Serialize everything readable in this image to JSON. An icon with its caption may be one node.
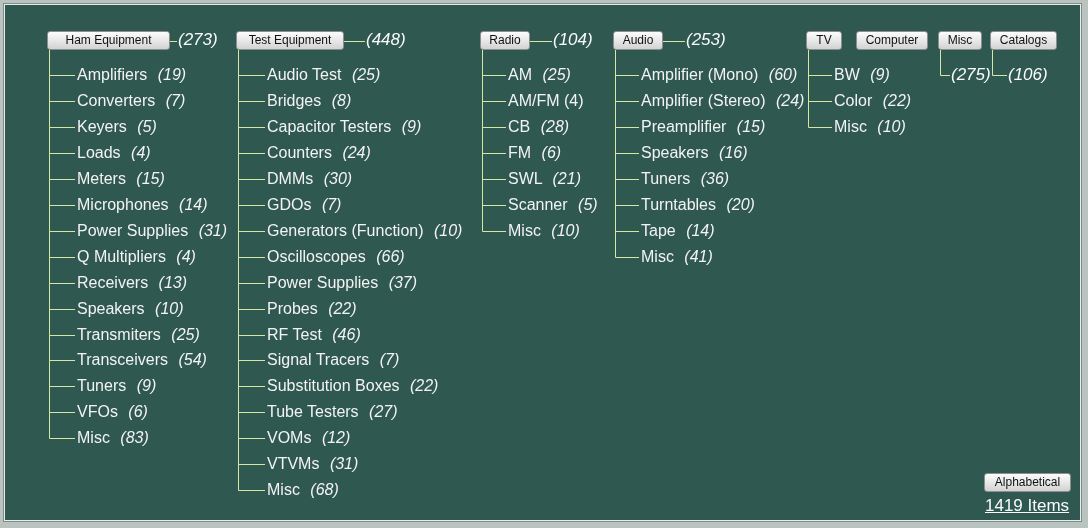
{
  "diagram": {
    "nodes": [
      {
        "text": [
          "Ham Equipment"
        ]
      },
      {
        "text": [
          "(273)"
        ]
      },
      {
        "text": [
          "Amplifiers *(19)*"
        ]
      },
      {
        "text": [
          "Converters *(7)*"
        ]
      },
      {
        "text": [
          "Keyers *(5)*"
        ]
      },
      {
        "text": [
          "Loads *(4)*"
        ]
      },
      {
        "text": [
          "Meters *(15)*"
        ]
      },
      {
        "text": [
          "Microphones *(14)*"
        ]
      },
      {
        "text": [
          "Power Supplies *(31)*"
        ]
      },
      {
        "text": [
          "Q Multipliers *(4)*"
        ]
      },
      {
        "text": [
          "Receivers *(13)*"
        ]
      },
      {
        "text": [
          "Speakers *(10)*"
        ]
      },
      {
        "text": [
          "Transmiters *(25)*"
        ]
      },
      {
        "text": [
          "Transceivers *(54)*"
        ]
      },
      {
        "text": [
          "Tuners *(9)*"
        ]
      },
      {
        "text": [
          "VFOs *(6)*"
        ]
      },
      {
        "text": [
          "Misc *(83)*"
        ]
      },
      {
        "text": [
          "Test Equipment"
        ]
      },
      {
        "text": [
          "(448)"
        ]
      },
      {
        "text": [
          "Audio Test *(25)*"
        ]
      },
      {
        "text": [
          "Bridges *(8)*"
        ]
      },
      {
        "text": [
          "Capacitor Testers *(9)*"
        ]
      },
      {
        "text": [
          "Counters *(24)*"
        ]
      },
      {
        "text": [
          "DMMs *(30)*"
        ]
      },
      {
        "text": [
          "GDOs *(7)*"
        ]
      },
      {
        "text": [
          "Generators (Function) *(10)*"
        ]
      },
      {
        "text": [
          "Oscilloscopes *(66)*"
        ]
      },
      {
        "text": [
          "Power Supplies *(37)*"
        ]
      },
      {
        "text": [
          "Probes *(22)*"
        ]
      },
      {
        "text": [
          "RF Test *(46)*"
        ]
      },
      {
        "text": [
          "Signal Tracers *(7)*"
        ]
      },
      {
        "text": [
          "Substitution Boxes *(22)*"
        ]
      },
      {
        "text": [
          "Tube Testers *(27)*"
        ]
      },
      {
        "text": [
          "VOMs *(12)*"
        ]
      },
      {
        "text": [
          "VTVMs *(31)*"
        ]
      },
      {
        "text": [
          "Misc *(68)*"
        ]
      },
      {
        "text": [
          "Radio"
        ]
      },
      {
        "text": [
          "(104)"
        ]
      },
      {
        "text": [
          "AM *(25)*"
        ]
      },
      {
        "text": [
          "AM/FM (4)"
        ]
      },
      {
        "text": [
          "CB *(28)*"
        ]
      },
      {
        "text": [
          "FM *(6)*"
        ]
      },
      {
        "text": [
          "SWL *(21)*"
        ]
      },
      {
        "text": [
          "Scanner *(5)*"
        ]
      },
      {
        "text": [
          "Misc *(10)*"
        ]
      },
      {
        "text": [
          "Audio"
        ]
      },
      {
        "text": [
          "(253)"
        ]
      },
      {
        "text": [
          "Amplifier (Mono) *(60)*"
        ]
      },
      {
        "text": [
          "Amplifier (Stereo) *(24)*"
        ]
      },
      {
        "text": [
          "Preamplifier *(15)*"
        ]
      },
      {
        "text": [
          "Speakers *(16)*"
        ]
      },
      {
        "text": [
          "Tuners *(36)*"
        ]
      },
      {
        "text": [
          "Turntables *(20)*"
        ]
      },
      {
        "text": [
          "Tape *(14)*"
        ]
      },
      {
        "text": [
          "Misc *(41)*"
        ]
      },
      {
        "text": [
          "TV"
        ]
      },
      {
        "text": [
          "BW *(9)*"
        ]
      },
      {
        "text": [
          "Color *(22)*"
        ]
      },
      {
        "text": [
          "Misc *(10)*"
        ]
      },
      {
        "text": [
          "Computer"
        ]
      },
      {
        "text": [
          "Misc"
        ]
      },
      {
        "text": [
          "(275)"
        ]
      },
      {
        "text": [
          "Catalogs"
        ]
      },
      {
        "text": [
          "(106)"
        ]
      },
      {
        "text": [
          "Alphabetical"
        ]
      }
    ],
    "edges": [
      {
        "from": 0,
        "to": 1,
        "arrow": "none"
      },
      {
        "from": 0,
        "to": 2,
        "arrow": "none"
      },
      {
        "from": 0,
        "to": 3,
        "arrow": "none"
      },
      {
        "from": 0,
        "to": 4,
        "arrow": "none"
      },
      {
        "from": 0,
        "to": 5,
        "arrow": "none"
      },
      {
        "from": 0,
        "to": 6,
        "arrow": "none"
      },
      {
        "from": 0,
        "to": 7,
        "arrow": "none"
      },
      {
        "from": 0,
        "to": 8,
        "arrow": "none"
      },
      {
        "from": 0,
        "to": 9,
        "arrow": "none"
      },
      {
        "from": 0,
        "to": 10,
        "arrow": "none"
      },
      {
        "from": 0,
        "to": 11,
        "arrow": "none"
      },
      {
        "from": 0,
        "to": 12,
        "arrow": "none"
      },
      {
        "from": 0,
        "to": 13,
        "arrow": "none"
      },
      {
        "from": 0,
        "to": 14,
        "arrow": "none"
      },
      {
        "from": 0,
        "to": 15,
        "arrow": "none"
      },
      {
        "from": 0,
        "to": 16,
        "arrow": "none"
      },
      {
        "from": 17,
        "to": 18,
        "arrow": "none"
      },
      {
        "from": 17,
        "to": 19,
        "arrow": "none"
      },
      {
        "from": 17,
        "to": 20,
        "arrow": "none"
      },
      {
        "from": 17,
        "to": 21,
        "arrow": "none"
      },
      {
        "from": 17,
        "to": 22,
        "arrow": "none"
      },
      {
        "from": 17,
        "to": 23,
        "arrow": "none"
      },
      {
        "from": 17,
        "to": 24,
        "arrow": "none"
      },
      {
        "from": 17,
        "to": 25,
        "arrow": "none"
      },
      {
        "from": 17,
        "to": 26,
        "arrow": "none"
      },
      {
        "from": 17,
        "to": 27,
        "arrow": "none"
      },
      {
        "from": 17,
        "to": 28,
        "arrow": "none"
      },
      {
        "from": 17,
        "to": 29,
        "arrow": "none"
      },
      {
        "from": 17,
        "to": 30,
        "arrow": "none"
      },
      {
        "from": 17,
        "to": 31,
        "arrow": "none"
      },
      {
        "from": 17,
        "to": 32,
        "arrow": "none"
      },
      {
        "from": 17,
        "to": 33,
        "arrow": "none"
      },
      {
        "from": 17,
        "to": 34,
        "arrow": "none"
      },
      {
        "from": 17,
        "to": 35,
        "arrow": "none"
      },
      {
        "from": 36,
        "to": 37,
        "arrow": "none"
      },
      {
        "from": 36,
        "to": 38,
        "arrow": "none"
      },
      {
        "from": 36,
        "to": 39,
        "arrow": "none"
      },
      {
        "from": 36,
        "to": 40,
        "arrow": "none"
      },
      {
        "from": 36,
        "to": 41,
        "arrow": "none"
      },
      {
        "from": 36,
        "to": 42,
        "arrow": "none"
      },
      {
        "from": 36,
        "to": 43,
        "arrow": "none"
      },
      {
        "from": 36,
        "to": 44,
        "arrow": "none"
      },
      {
        "from": 45,
        "to": 46,
        "arrow": "none"
      },
      {
        "from": 45,
        "to": 47,
        "arrow": "none"
      },
      {
        "from": 45,
        "to": 48,
        "arrow": "none"
      },
      {
        "from": 45,
        "to": 49,
        "arrow": "none"
      },
      {
        "from": 45,
        "to": 50,
        "arrow": "none"
      },
      {
        "from": 45,
        "to": 51,
        "arrow": "none"
      },
      {
        "from": 45,
        "to": 52,
        "arrow": "none"
      },
      {
        "from": 45,
        "to": 53,
        "arrow": "none"
      },
      {
        "from": 45,
        "to": 54,
        "arrow": "none"
      },
      {
        "from": 55,
        "to": 56,
        "arrow": "none"
      },
      {
        "from": 55,
        "to": 57,
        "arrow": "none"
      },
      {
        "from": 55,
        "to": 58,
        "arrow": "none"
      },
      {
        "from": 60,
        "to": 61,
        "arrow": "none"
      },
      {
        "from": 62,
        "to": 63,
        "arrow": "none"
      }
    ],
    "labels": [
      "1419 Items"
    ]
  }
}
